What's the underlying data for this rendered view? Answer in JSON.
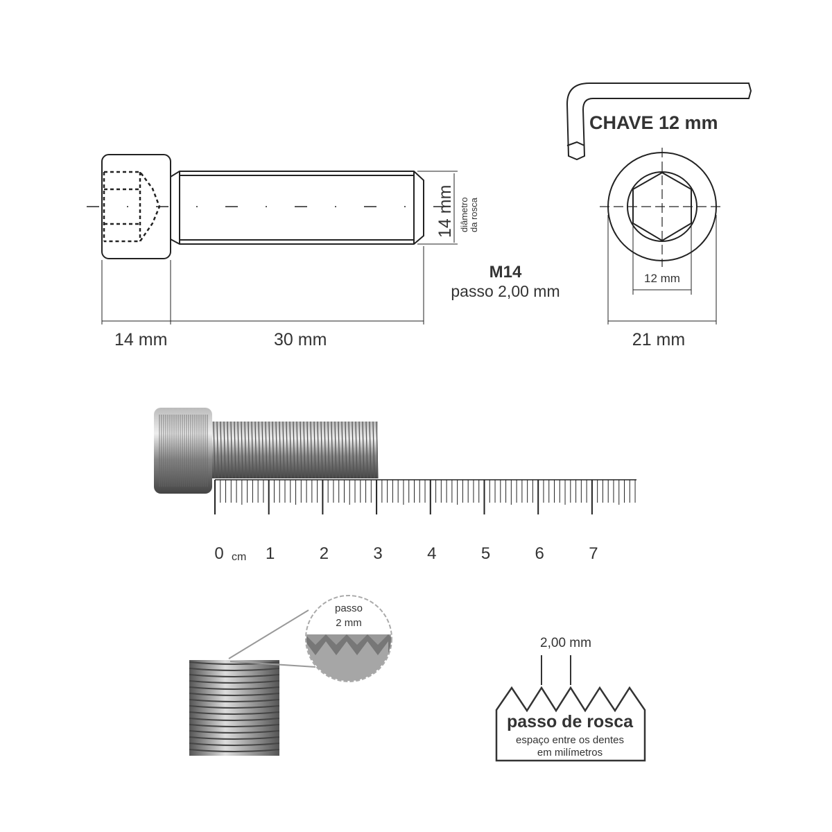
{
  "drawing": {
    "head_length": "14 mm",
    "thread_length": "30 mm",
    "thread_diameter": "14 mm",
    "thread_diameter_label_line1": "diâmetro",
    "thread_diameter_label_line2": "da rosca",
    "thread_size": "M14",
    "pitch": "passo 2,00 mm"
  },
  "key": {
    "title": "CHAVE 12 mm",
    "socket_size": "12 mm",
    "head_diameter": "21 mm"
  },
  "ruler": {
    "unit": "cm",
    "labels": [
      "0",
      "1",
      "2",
      "3",
      "4",
      "5",
      "6",
      "7"
    ]
  },
  "detail": {
    "zoom_line1": "passo",
    "zoom_line2": "2 mm"
  },
  "pitch_diagram": {
    "value": "2,00 mm",
    "title": "passo de rosca",
    "subtitle_line1": "espaço entre os dentes",
    "subtitle_line2": "em milímetros"
  },
  "colors": {
    "line": "#222222",
    "text": "#333333"
  }
}
